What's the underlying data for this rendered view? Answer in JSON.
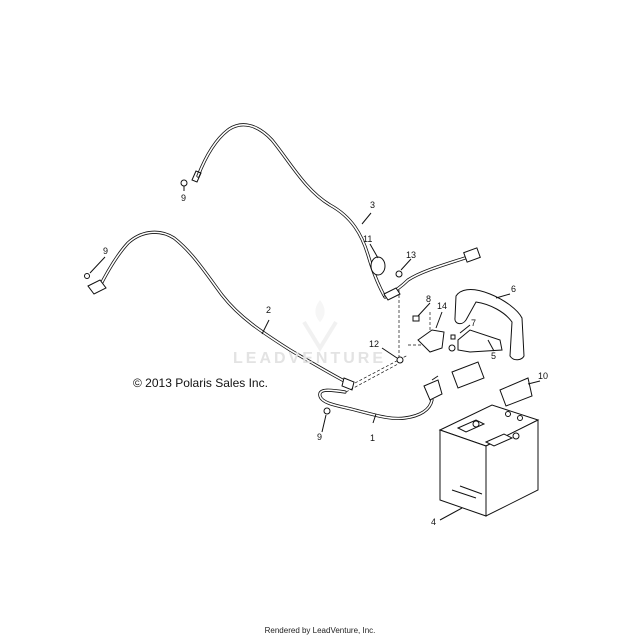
{
  "copyright": "© 2013 Polaris Sales Inc.",
  "footer": "Rendered by LeadVenture, Inc.",
  "watermark": "LEADVENTURE",
  "callouts": [
    "1",
    "2",
    "3",
    "4",
    "5",
    "6",
    "7",
    "8",
    "9",
    "9",
    "9",
    "10",
    "11",
    "12",
    "13",
    "14"
  ]
}
